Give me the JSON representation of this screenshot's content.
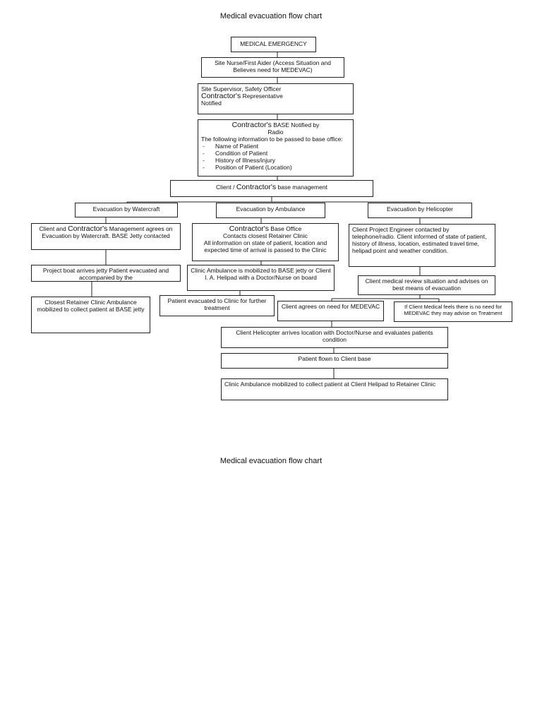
{
  "titles": {
    "top": "Medical evacuation flow chart",
    "bottom": "Medical evacuation flow chart"
  },
  "nodes": {
    "emergency": "MEDICAL EMERGENCY",
    "site_nurse": "Site Nurse/First Aider (Access Situation and Believes need for MEDEVAC)",
    "supervisor": {
      "line1": "Site Supervisor, Safety Officer",
      "line2_big": "Contractor's",
      "line2_rest": " Representative",
      "line3": "Notified"
    },
    "base_notified": {
      "line1_big": "Contractor's",
      "line1_rest": " BASE Notified by",
      "line2": "Radio",
      "line3": "The following information to be passed to base office:",
      "items": [
        "Name of Patient",
        "Condition of Patient",
        "History of Illness/injury",
        "Position of Patient (Location)"
      ],
      "bullet": "-"
    },
    "base_management": {
      "pre": "Client / ",
      "big": "Contractor's",
      "post": " base management"
    },
    "watercraft": "Evacuation by Watercraft",
    "ambulance": "Evacuation by Ambulance",
    "helicopter": "Evacuation by Helicopter",
    "wc_agrees": {
      "pre": "Client and ",
      "big": "Contractor's",
      "post": " Management agrees on Evacuation by Watercraft. BASE Jetty contacted"
    },
    "wc_boat": "Project boat arrives jetty Patient evacuated and accompanied by the",
    "wc_retainer": "Closest Retainer Clinic Ambulance mobilized to collect patient at BASE jetty",
    "amb_base_office": {
      "big": "Contractor's",
      "rest": " Base Office",
      "line2": "Contacts closest Retainer Clinic",
      "line3": "All information on state of patient, location and expected time of arrival is passed to the Clinic"
    },
    "amb_mobilized": "Clinic Ambulance is mobilized to BASE jetty or Client I. A. Helipad with a Doctor/Nurse on board",
    "amb_evacuated": "Patient evacuated to Clinic for further treatment",
    "heli_engineer": "Client Project Engineer contacted by telephone/radio. Client informed of state of patient, history of illness, location, estimated travel time, helipad point and weather condition.",
    "heli_review": "Client medical review situation and advises on best means of evacuation",
    "heli_agrees": "Client agrees on need for MEDEVAC",
    "heli_no_need": "If Client Medical feels there is no need for MEDEVAC they may advise on Treatment",
    "heli_arrives": "Client Helicopter arrives location with Doctor/Nurse and evaluates patients condition",
    "heli_flown": "Patient flown to Client base",
    "heli_ambulance": "Clinic Ambulance mobilized to collect patient at Client Helipad to Retainer Clinic"
  },
  "colors": {
    "line": "#222222",
    "background": "#ffffff",
    "text": "#111111"
  }
}
